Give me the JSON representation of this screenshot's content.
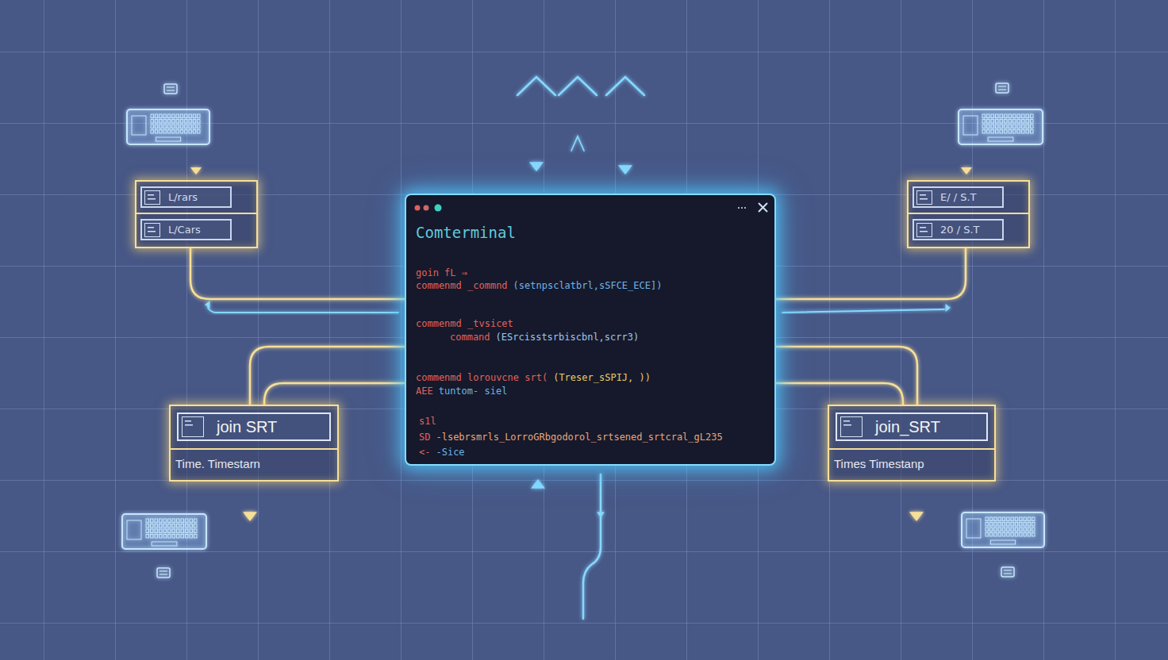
{
  "diagram": {
    "nodes": [
      {
        "text": [
          "L/rars",
          "L/Cars"
        ]
      },
      {
        "text": [
          "E/ / S.T",
          "20 / S.T"
        ]
      },
      {
        "text": [
          "Comterminal",
          "goin fL ⇒",
          "commenmd _commnd",
          "(setnpsclatbrl,sSFCE_ECE])",
          "commenmd _tvsicet",
          "command",
          "(ESrcisstsrbiscbnl,scrr3)",
          "commenmd lorouvcne srt(",
          "(Treser_sSPIJ, ))",
          "AEE",
          "tuntom- siel",
          "s1l",
          "SD",
          "-lsebrsmrls_LorroGRbgodorol_srtsened_srtcral_gL235",
          "<-",
          "-Sice"
        ]
      },
      {
        "text": [
          "join SRT",
          "Time. Timestarn"
        ]
      },
      {
        "text": [
          "join_SRT",
          "Times Timestanp"
        ]
      }
    ],
    "edges": [
      {
        "from": 0,
        "to": 2,
        "arrow": "none"
      },
      {
        "from": 1,
        "to": 2,
        "arrow": "none"
      },
      {
        "from": 3,
        "to": 2,
        "arrow": "none"
      },
      {
        "from": 3,
        "to": 2,
        "arrow": "none"
      },
      {
        "from": 4,
        "to": 2,
        "arrow": "none"
      },
      {
        "from": 4,
        "to": 2,
        "arrow": "none"
      }
    ]
  }
}
